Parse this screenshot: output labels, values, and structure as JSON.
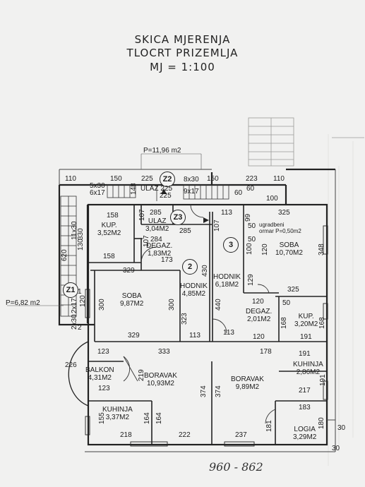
{
  "title": {
    "line1": "SKICA MJERENJA",
    "line2": "TLOCRT PRIZEMLJA",
    "line3": "MJ = 1:100"
  },
  "areas": {
    "p_top": "P=11,96 m2",
    "p_left": "P=6,82 m2"
  },
  "zones": {
    "z1": "Z1",
    "z2": "Z2",
    "z3": "Z3",
    "u2": "2",
    "u3": "3"
  },
  "rooms": {
    "kup_top": {
      "name": "KUP.",
      "area": "3,52M2"
    },
    "ulaz_top": {
      "name": "ULAZ",
      "area": "225"
    },
    "ulaz_small": {
      "name": "ULAZ",
      "area": "3,04M2"
    },
    "degaz_left": {
      "name": "DEGAZ.",
      "area": "1,83M2"
    },
    "hodnik_left": {
      "name": "HODNIK",
      "area": "4,85M2"
    },
    "soba_left": {
      "name": "SOBA",
      "area": "9,87M2"
    },
    "hodnik_right": {
      "name": "HODNIK",
      "area": "6,18M2"
    },
    "soba_right": {
      "name": "SOBA",
      "area": "10,70M2"
    },
    "degaz_right": {
      "name": "DEGAZ.",
      "area": "2,01M2"
    },
    "kup_right": {
      "name": "KUP.",
      "area": "3,20M2"
    },
    "balkon": {
      "name": "BALKON",
      "area": "4,31M2"
    },
    "boravak_left": {
      "name": "BORAVAK",
      "area": "10,93M2"
    },
    "boravak_right": {
      "name": "BORAVAK",
      "area": "9,89M2"
    },
    "kuhinja_right": {
      "name": "KUHINJA",
      "area": "2,86M2"
    },
    "kuhinja_left": {
      "name": "KUHINJA",
      "area": "3,37M2"
    },
    "logia": {
      "name": "LOGIA",
      "area": "3,29M2"
    }
  },
  "notes": {
    "ormar1": "ugradbeni",
    "ormar2": "ormar P=0,50m2"
  },
  "stairs": {
    "s1a": "5x30",
    "s1b": "6x17",
    "s2a": "8x30",
    "s2b": "9x17",
    "s3a": "11x30",
    "s3b": "2x30",
    "s3c": "2x17"
  },
  "dims": {
    "d110a": "110",
    "d150a": "150",
    "d225a": "225",
    "d150b": "150",
    "d223": "223",
    "d110b": "110",
    "d148": "148",
    "d225b": "225",
    "d60a": "60",
    "d60b": "60",
    "d100": "100",
    "d158a": "158",
    "d107a": "107",
    "d285a": "285",
    "d113a": "113",
    "d99": "99",
    "d325a": "325",
    "d50a": "50",
    "d130": "130",
    "d158b": "158",
    "d284": "284",
    "d107b": "107",
    "d285b": "285",
    "d107c": "107",
    "d173": "173",
    "d50b": "50",
    "d120a": "120",
    "d348": "348",
    "d100b": "100",
    "d620": "620",
    "d330": "330",
    "d329a": "329",
    "d430": "430",
    "d129": "129",
    "d300a": "300",
    "d300b": "300",
    "d120b": "120",
    "d440": "440",
    "d325b": "325",
    "d120c": "120",
    "d50c": "50",
    "d323": "323",
    "d168a": "168",
    "d168b": "168",
    "d329b": "329",
    "d113b": "113",
    "d113c": "113",
    "d120d": "120",
    "d191a": "191",
    "d123a": "123",
    "d333": "333",
    "d178": "178",
    "d226": "226",
    "d219": "219",
    "d191b": "191",
    "d123b": "123",
    "d374a": "374",
    "d374b": "374",
    "d217": "217",
    "d183": "183",
    "d155": "155",
    "d164a": "164",
    "d164b": "164",
    "d181": "181",
    "d180": "180",
    "d218": "218",
    "d222": "222",
    "d237": "237",
    "d30a": "30",
    "d30b": "30",
    "d1": "1",
    "d2": "2"
  },
  "handwritten": "960 - 862"
}
